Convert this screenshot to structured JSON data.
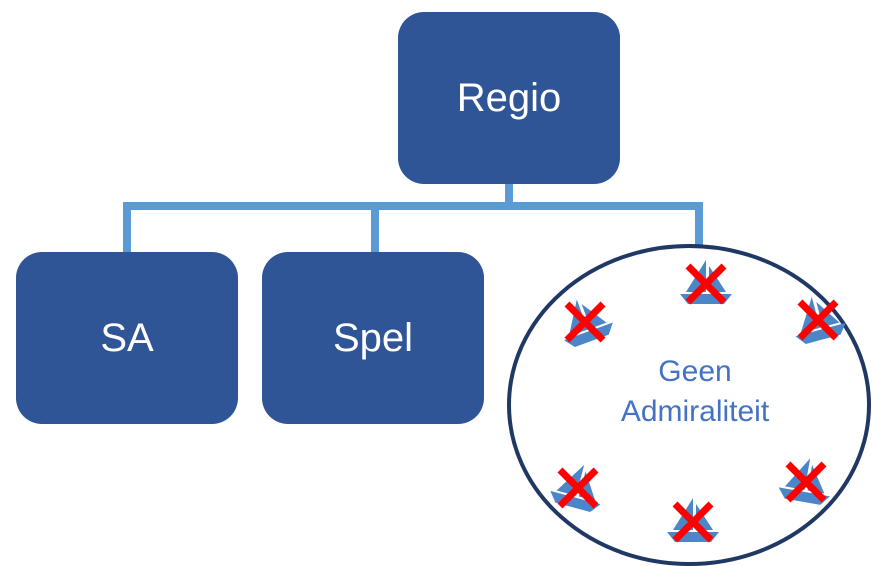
{
  "colors": {
    "node_fill": "#2f5597",
    "node_text": "#ffffff",
    "connector": "#5b9bd5",
    "ellipse_border": "#1f3864",
    "boat": "#4a86c8",
    "cross": "#ff0000",
    "circle_text": "#4472c4"
  },
  "nodes": {
    "regio": "Regio",
    "sa": "SA",
    "spel": "Spel"
  },
  "circle": {
    "line1": "Geen",
    "line2": "Admiraliteit",
    "icon_name": "sailboat-icon",
    "marker_name": "red-cross-icon"
  }
}
